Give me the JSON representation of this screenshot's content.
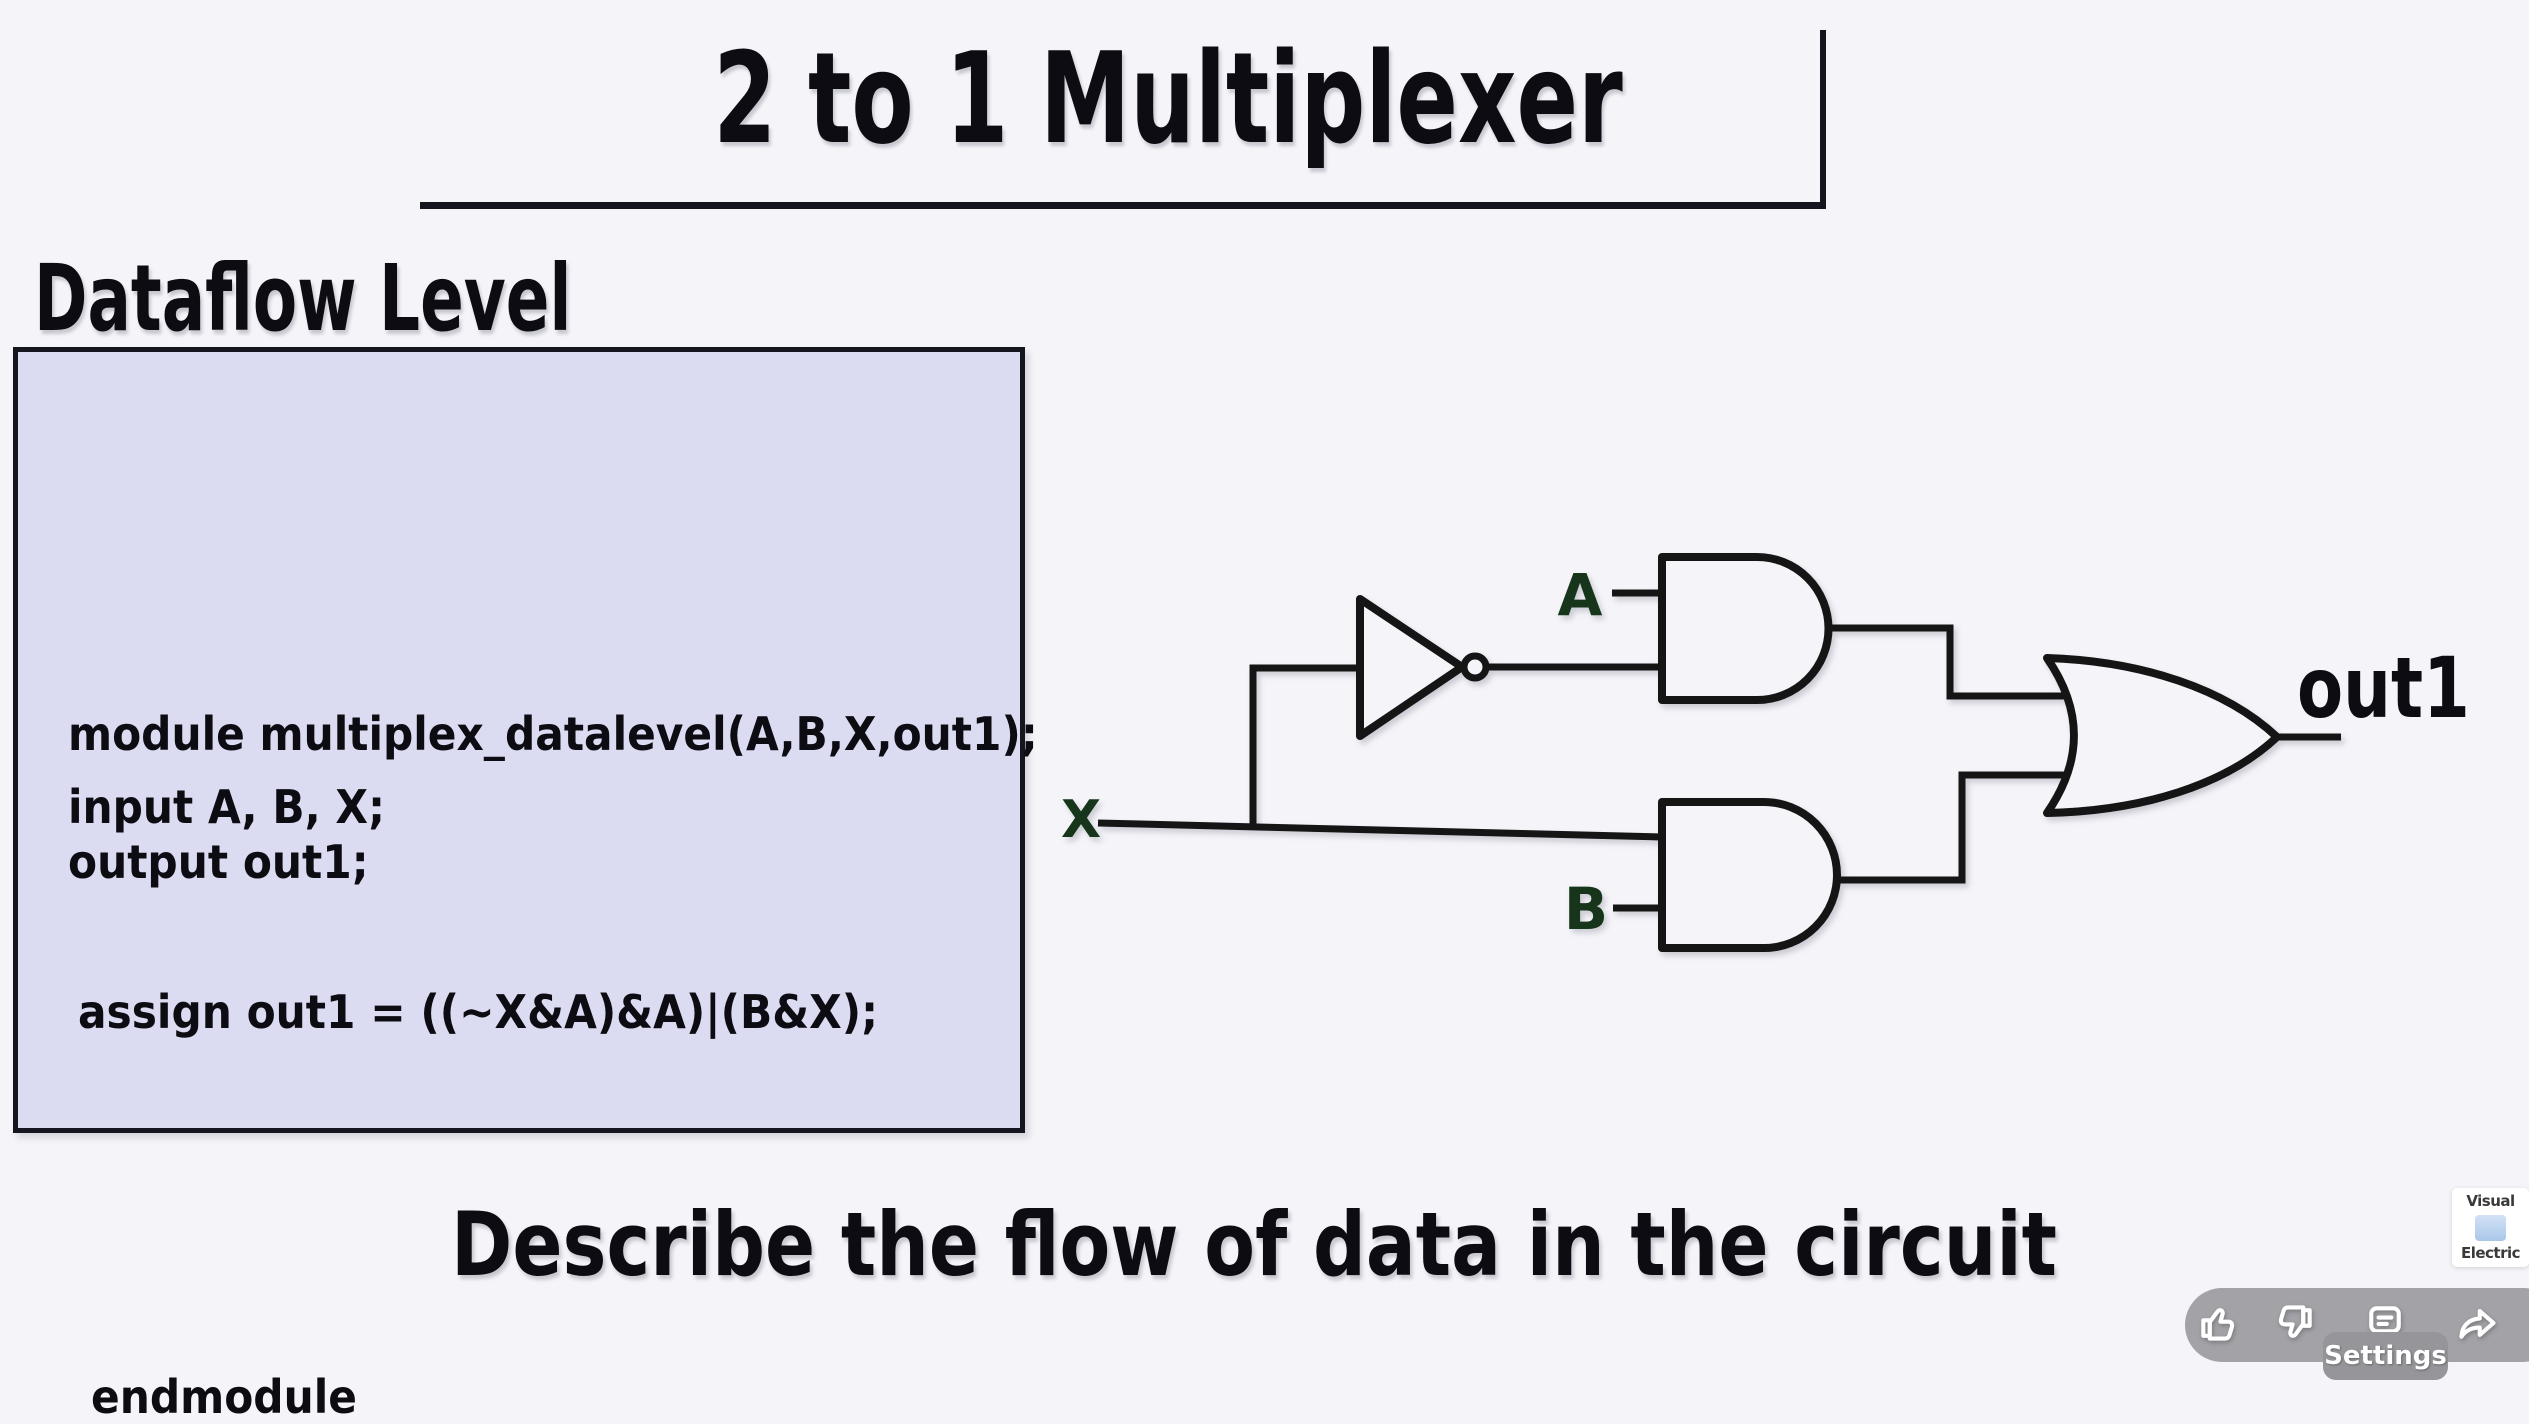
{
  "title": "2 to 1 Multiplexer",
  "heading": "Dataflow Level",
  "code": {
    "lines": [
      "module multiplex_datalevel(A,B,X,out1);",
      "input A, B, X;",
      "output out1;",
      "assign out1 = ((~X&A)&A)|(B&X);",
      "endmodule"
    ]
  },
  "circuit": {
    "input_a": "A",
    "input_b": "B",
    "select_x": "X",
    "output": "out1",
    "gates": [
      "not-gate",
      "and-gate-top",
      "and-gate-bottom",
      "or-gate"
    ],
    "label_color": "#17351b",
    "wire_color": "#151515"
  },
  "caption": "Describe the flow of data in the circuit",
  "logo": {
    "top": "Visual",
    "bottom": "Electric",
    "square_color": "#b9d2ef"
  },
  "player": {
    "tooltip": "Settings",
    "icons": [
      "thumbs-up",
      "thumbs-down",
      "comments",
      "share"
    ],
    "pill_color": "#a2a2a7",
    "tooltip_color": "#95959a"
  },
  "colors": {
    "background": "#f4f4f9",
    "code_box_fill": "#dbdbf1",
    "code_box_border": "#15151f",
    "text": "#0c0c12"
  }
}
